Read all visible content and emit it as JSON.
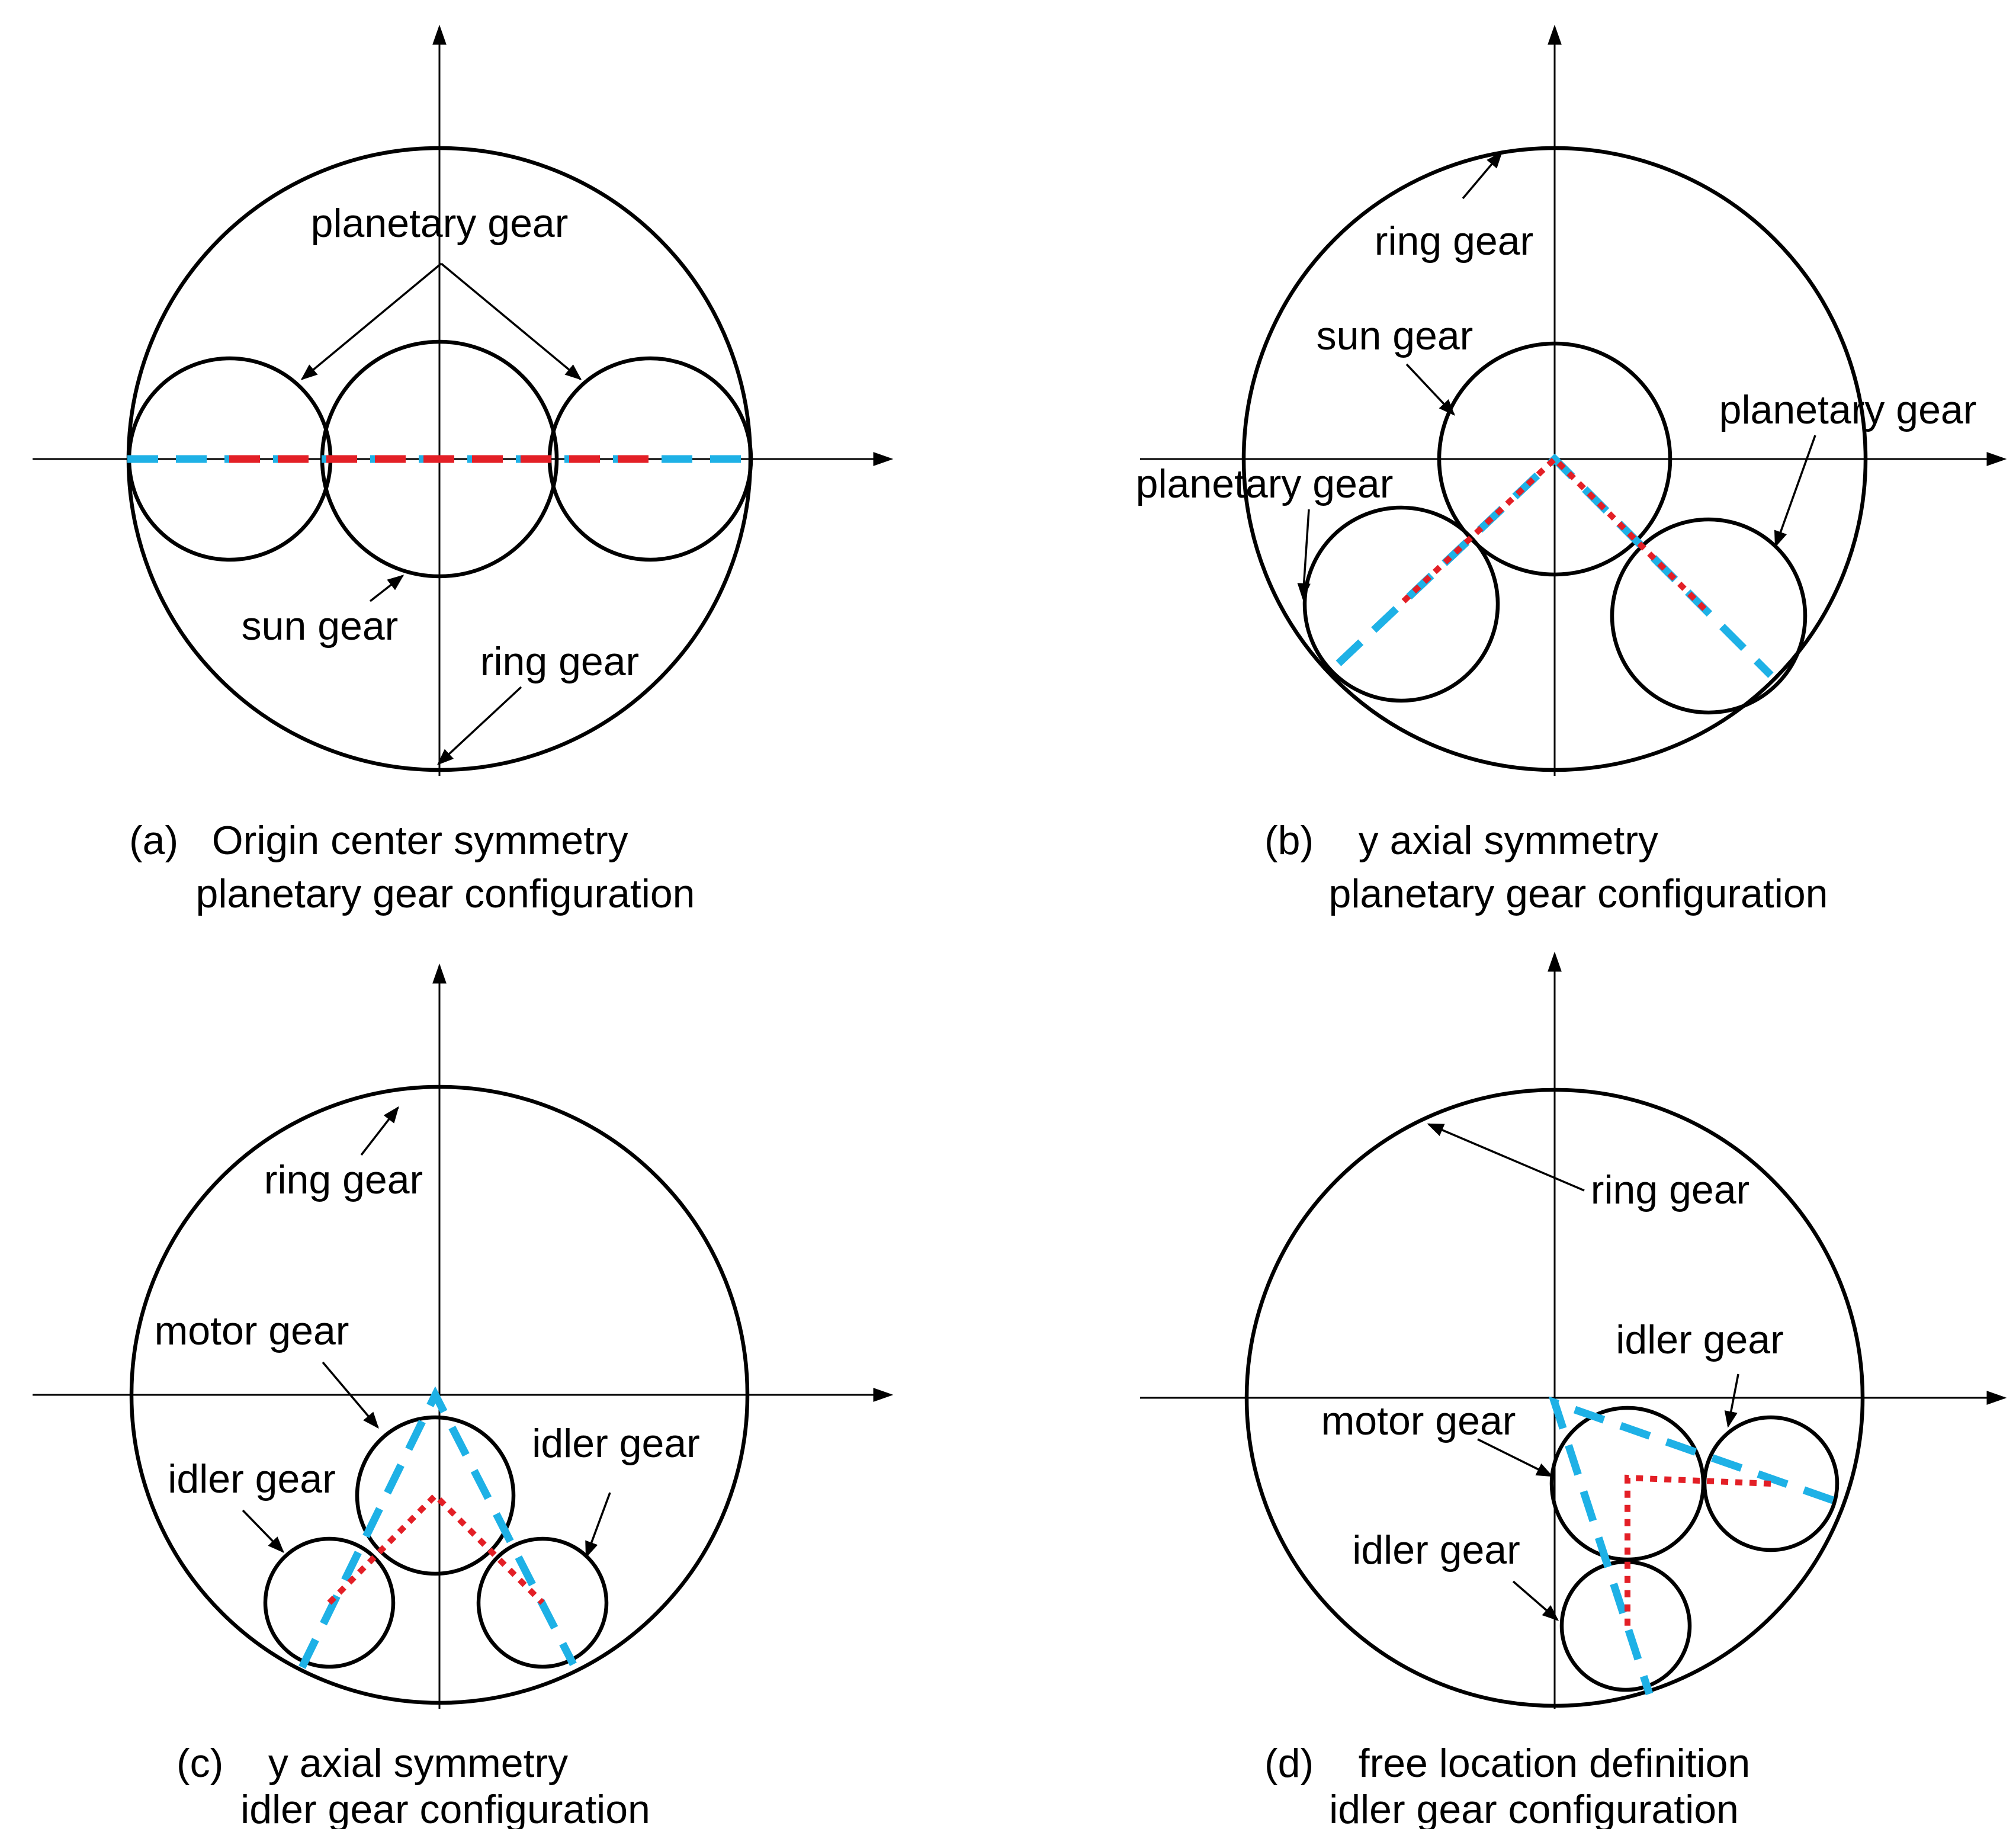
{
  "colors": {
    "blue_dash": "#1EB1E6",
    "red_dash": "#E31F26",
    "line": "#000000"
  },
  "panels": {
    "a": {
      "caption_line1": "(a)   Origin center symmetry",
      "caption_line2": "planetary gear configuration",
      "labels": {
        "planetary": "planetary gear",
        "sun": "sun gear",
        "ring": "ring gear"
      }
    },
    "b": {
      "caption_line1": "(b)    y axial symmetry",
      "caption_line2": "planetary gear configuration",
      "labels": {
        "ring": "ring gear",
        "sun": "sun gear",
        "planetary_right": "planetary gear",
        "planetary_left": "planetary gear"
      }
    },
    "c": {
      "caption_line1": "(c)    y axial symmetry",
      "caption_line2": "idler gear configuration",
      "labels": {
        "ring": "ring gear",
        "motor": "motor gear",
        "idler_left": "idler gear",
        "idler_right": "idler gear"
      }
    },
    "d": {
      "caption_line1": "(d)    free location definition",
      "caption_line2": "idler gear configuration",
      "labels": {
        "ring": "ring gear",
        "idler_top": "idler gear",
        "motor": "motor gear",
        "idler_bottom": "idler gear"
      }
    }
  }
}
